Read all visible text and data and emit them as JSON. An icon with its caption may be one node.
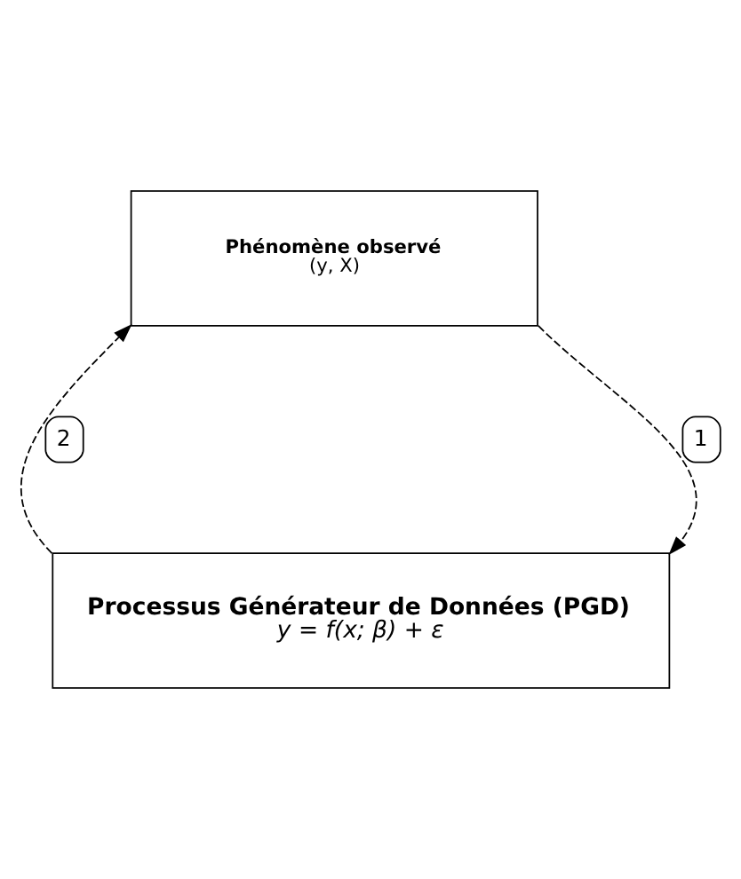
{
  "diagram": {
    "nodes": [
      {
        "text": [
          "Phénomène observé",
          "(y, X)"
        ]
      },
      {
        "text": [
          "Processus Générateur de Données (PGD)",
          "y = f(x; β) + ε"
        ]
      }
    ],
    "edges": [
      {
        "from": 0,
        "to": 1,
        "arrow": "to",
        "style": "dashed",
        "label": "1"
      },
      {
        "from": 1,
        "to": 0,
        "arrow": "to",
        "style": "dashed",
        "label": "2"
      }
    ]
  }
}
